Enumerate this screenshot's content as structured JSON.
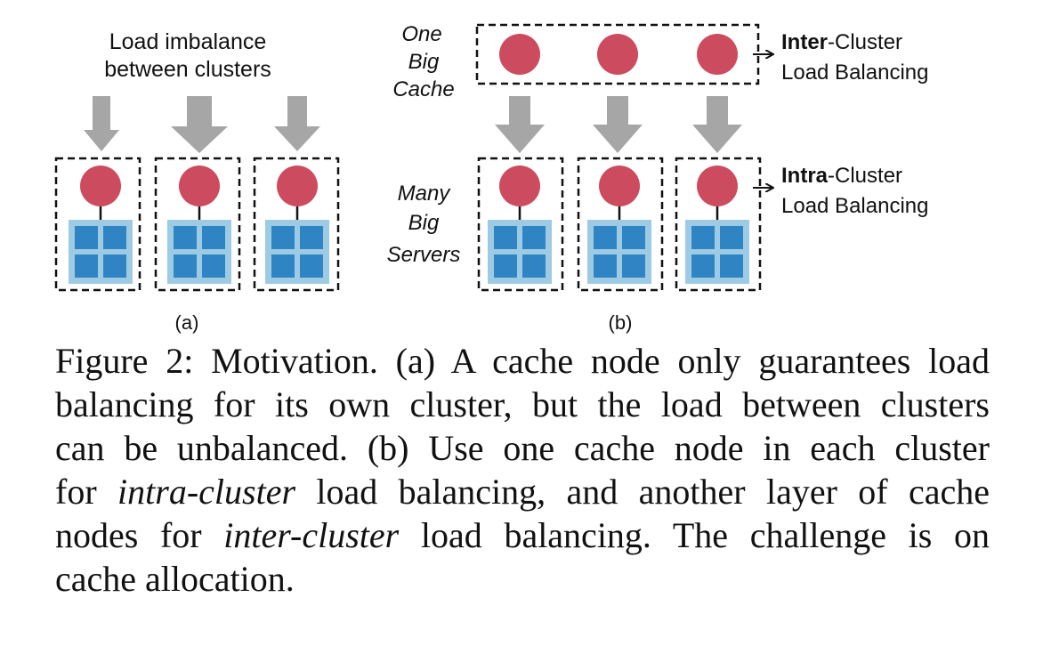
{
  "colors": {
    "node": "#CD4B5E",
    "server_bg": "#9ECBE4",
    "server_tile": "#2F85C4",
    "arrow": "#A6A6A6",
    "line": "#111111"
  },
  "panel_a": {
    "title_line1": "Load imbalance",
    "title_line2": "between clusters",
    "label": "(a)",
    "arrow_sizes": [
      "small",
      "large",
      "medium"
    ]
  },
  "panel_b": {
    "top_left_label": [
      "One",
      "Big",
      "Cache"
    ],
    "bottom_left_label": [
      "Many",
      "Big",
      "Servers"
    ],
    "inter_label_bold": "Inter",
    "inter_label_rest": "-Cluster",
    "inter_label_line2": "Load Balancing",
    "intra_label_bold": "Intra",
    "intra_label_rest": "-Cluster",
    "intra_label_line2": "Load Balancing",
    "label": "(b)"
  },
  "caption": {
    "line1_a": "Figure 2: Motivation. (a) A cache node only guarantees load",
    "line2": "balancing for its own cluster, but the load between clusters",
    "line3": "can be unbalanced. (b) Use one cache node in each cluster",
    "line4_pre": "for ",
    "line4_em": "intra-cluster",
    "line4_post": " load balancing, and another layer of cache",
    "line5_pre": "nodes for ",
    "line5_em": "inter-cluster",
    "line5_post": " load balancing. The challenge is on",
    "line6": "cache allocation."
  }
}
